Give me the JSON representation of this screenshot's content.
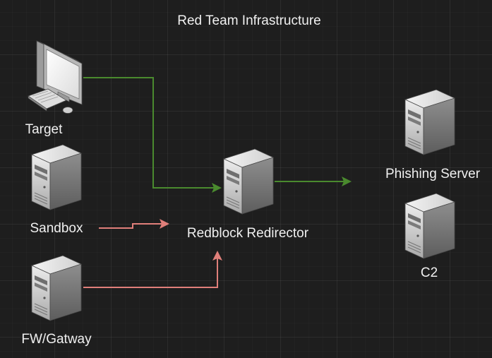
{
  "diagram": {
    "title": "Red Team Infrastructure",
    "nodes": {
      "target": {
        "label": "Target",
        "icon": "desktop-computer-icon"
      },
      "sandbox": {
        "label": "Sandbox",
        "icon": "server-tower-icon"
      },
      "fw_gatway": {
        "label": "FW/Gatway",
        "icon": "server-tower-icon"
      },
      "redirector": {
        "label": "Redblock Redirector",
        "icon": "server-tower-icon"
      },
      "phishing": {
        "label": "Phishing Server",
        "icon": "server-tower-icon"
      },
      "c2": {
        "label": "C2",
        "icon": "server-tower-icon"
      }
    },
    "edges": [
      {
        "from": "target",
        "to": "redirector",
        "color": "#4a8a2e"
      },
      {
        "from": "sandbox",
        "to": "redirector",
        "color": "#e07f7a"
      },
      {
        "from": "fw_gatway",
        "to": "redirector",
        "color": "#e07f7a"
      },
      {
        "from": "redirector",
        "to": "phishing",
        "color": "#4a8a2e"
      }
    ]
  }
}
